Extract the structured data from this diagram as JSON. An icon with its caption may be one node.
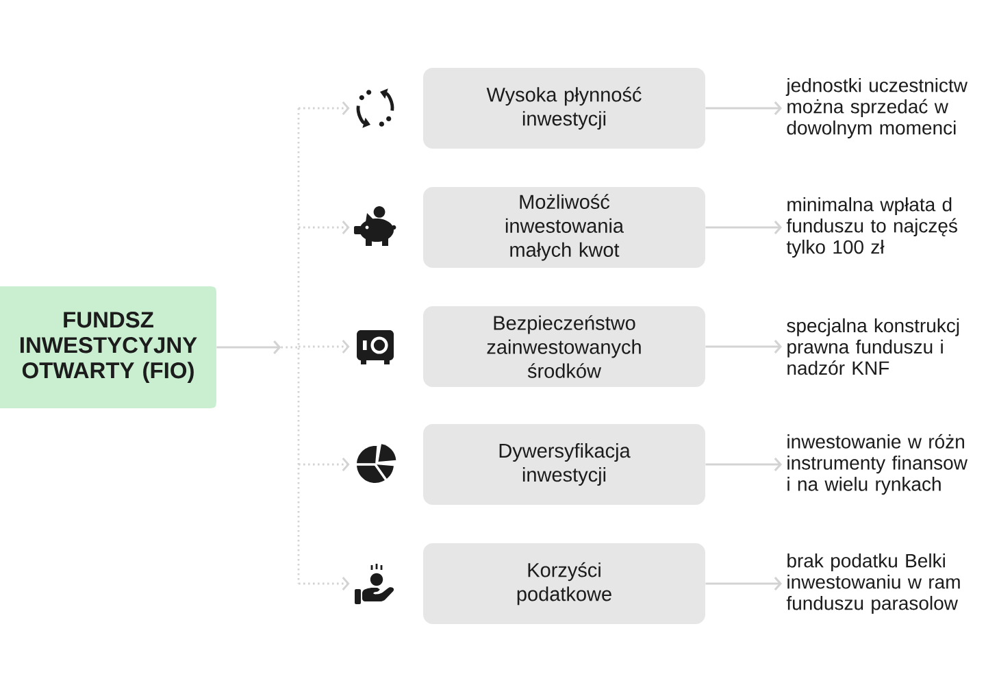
{
  "diagram": {
    "nodes": [
      {
        "text": [
          "FUNDSZ INWESTYCYJNY OTWARTY (FIO)"
        ]
      },
      {
        "text": [],
        "shape": "picture"
      },
      {
        "text": [
          "Wysoka płynność inwestycji"
        ]
      },
      {
        "text": [
          "jednostki uczestnictw można sprzedać w dowolnym momenci"
        ]
      },
      {
        "text": [],
        "shape": "picture"
      },
      {
        "text": [
          "Możliwość inwestowania małych kwot"
        ]
      },
      {
        "text": [
          "minimalna wpłata d funduszu to najczęś tylko 100 zł"
        ]
      },
      {
        "text": [],
        "shape": "picture"
      },
      {
        "text": [
          "Bezpieczeństwo zainwestowanych środków"
        ]
      },
      {
        "text": [
          "specjalna konstrukcj prawna funduszu i nadzór KNF"
        ]
      },
      {
        "text": [],
        "shape": "picture"
      },
      {
        "text": [
          "Dywersyfikacja inwestycji"
        ]
      },
      {
        "text": [
          "inwestowanie w różn instrumenty finansow i na wielu rynkach"
        ]
      },
      {
        "text": [],
        "shape": "picture"
      },
      {
        "text": [
          "Korzyści podatkowe"
        ]
      },
      {
        "text": [
          "brak podatku Belki inwestowaniu w ram funduszu parasolow"
        ]
      }
    ],
    "edges": [
      {
        "from": 0,
        "to": 1,
        "arrow": "to",
        "style": "dashed"
      },
      {
        "from": 0,
        "to": 4,
        "arrow": "to",
        "style": "dashed"
      },
      {
        "from": 0,
        "to": 7,
        "arrow": "to",
        "style": "dashed"
      },
      {
        "from": 0,
        "to": 10,
        "arrow": "to",
        "style": "dashed"
      },
      {
        "from": 0,
        "to": 13,
        "arrow": "to",
        "style": "dashed"
      },
      {
        "from": 2,
        "to": 3,
        "arrow": "to"
      },
      {
        "from": 5,
        "to": 6,
        "arrow": "to"
      },
      {
        "from": 8,
        "to": 9,
        "arrow": "to"
      },
      {
        "from": 11,
        "to": 12,
        "arrow": "to"
      },
      {
        "from": 14,
        "to": 15,
        "arrow": "to"
      }
    ]
  }
}
